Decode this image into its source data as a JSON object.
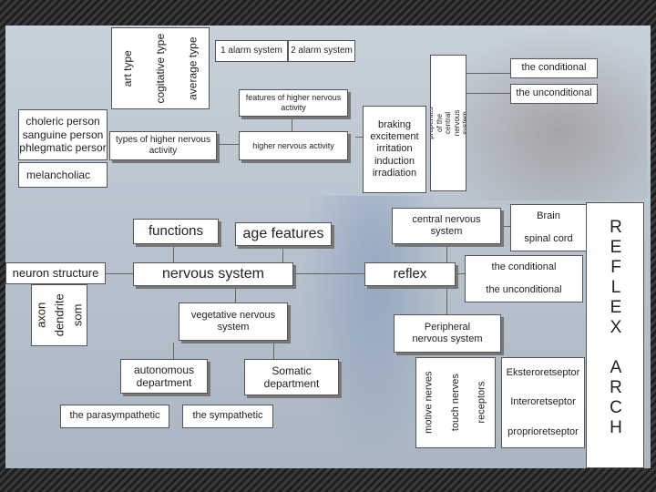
{
  "top_left": {
    "types": [
      "art type",
      "cogitative type",
      "average type"
    ],
    "temperaments": [
      "choleric person",
      "sanguine person",
      "phlegmatic persor"
    ],
    "melancholiac": "melancholiac",
    "types_of_hna": "types of higher nervous activity"
  },
  "top_middle": {
    "alarm1": "1 alarm system",
    "alarm2": "2 alarm system",
    "features_hna": "features of higher nervous activity",
    "higher_na": "higher nervous activity",
    "processes": [
      "braking",
      "excitement",
      "irritation",
      "induction",
      "irradiation"
    ],
    "properties": "properties of the central nervous system"
  },
  "top_right": {
    "the_conditional": "the conditional",
    "the_unconditional": "the unconditional"
  },
  "middle": {
    "functions": "functions",
    "age_features": "age features",
    "neuron_structure": "neuron structure",
    "neuron_parts": [
      "axon",
      "dendrite",
      "som"
    ],
    "nervous_system": "nervous system",
    "central_ns": "central nervous system",
    "brain": "Brain",
    "spinal_cord": "spinal cord",
    "reflex": "reflex",
    "reflex_conditional": "the conditional",
    "reflex_unconditional": "the unconditional"
  },
  "bottom": {
    "vegetative": "vegetative nervous system",
    "autonomous": "autonomous department",
    "somatic": "Somatic department",
    "parasympathetic": "the parasympathetic",
    "sympathetic": "the sympathetic",
    "peripheral": "Peripheral nervous system",
    "nerves": [
      "motive nerves",
      "touch nerves",
      "receptors"
    ],
    "receptor_types": [
      "Eksteroretseptor",
      "Interoretseptor",
      "proprioretseptor"
    ]
  },
  "side_word": {
    "reflex_letters": [
      "R",
      "E",
      "F",
      "L",
      "E",
      "X"
    ],
    "arch_letters": [
      "A",
      "R",
      "C",
      "H"
    ]
  }
}
